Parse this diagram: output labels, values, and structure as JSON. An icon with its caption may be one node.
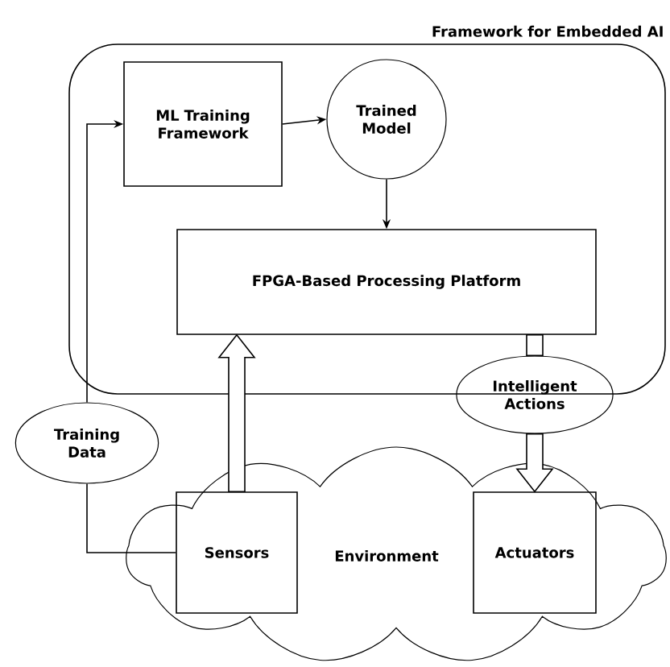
{
  "diagram": {
    "nodes": [
      {
        "text": [
          "Framework for Embedded AI"
        ]
      },
      {
        "text": [
          "ML Training Framework"
        ],
        "in": 0
      },
      {
        "text": [
          "Trained Model"
        ],
        "in": 0
      },
      {
        "text": [
          "FPGA-Based Processing Platform"
        ],
        "in": 0
      },
      {
        "text": [
          "Environment"
        ]
      },
      {
        "text": [
          "Sensors"
        ],
        "in": 4
      },
      {
        "text": [
          "Actuators"
        ],
        "in": 4
      },
      {
        "text": [
          "Intelligent Actions"
        ]
      },
      {
        "text": [
          "Training Data"
        ]
      }
    ],
    "edges": [
      {
        "from": 5,
        "to": 8,
        "arrow": "none"
      },
      {
        "from": 8,
        "to": 1,
        "arrow": "to"
      },
      {
        "from": 1,
        "to": 2,
        "arrow": "to"
      },
      {
        "from": 2,
        "to": 3,
        "arrow": "to"
      },
      {
        "from": 5,
        "to": 3,
        "arrow": "to",
        "style": "thick"
      },
      {
        "from": 3,
        "to": 7,
        "arrow": "none",
        "style": "thick"
      },
      {
        "from": 7,
        "to": 6,
        "arrow": "to",
        "style": "thick"
      }
    ]
  }
}
